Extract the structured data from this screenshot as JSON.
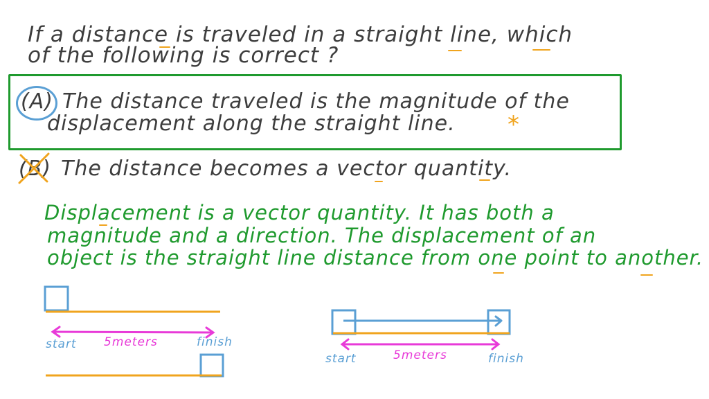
{
  "question": {
    "line1": "If a distance is traveled in a straight line, which",
    "line2": "of the following is correct ?"
  },
  "options": [
    {
      "letter": "(A)",
      "line1": "The distance traveled is the magnitude of the",
      "line2": "displacement along the straight line.",
      "marker": "*",
      "status": "correct"
    },
    {
      "letter": "(B)",
      "line1": "The distance becomes a vector quantity.",
      "status": "crossed-out"
    }
  ],
  "explanation": {
    "line1": "Displacement is a vector quantity. It has both a",
    "line2": "magnitude and a direction. The displacement of an",
    "line3": "object is the straight line distance from one point to another."
  },
  "diagram_left": {
    "start_label": "start",
    "distance_label": "5meters",
    "finish_label": "finish"
  },
  "diagram_right": {
    "start_label": "start",
    "distance_label": "5meters",
    "finish_label": "finish"
  },
  "colors": {
    "text": "#3d3d3d",
    "green": "#1f9a2e",
    "blue": "#5a9fd4",
    "magenta": "#e83ad8",
    "orange": "#f0a41e"
  }
}
